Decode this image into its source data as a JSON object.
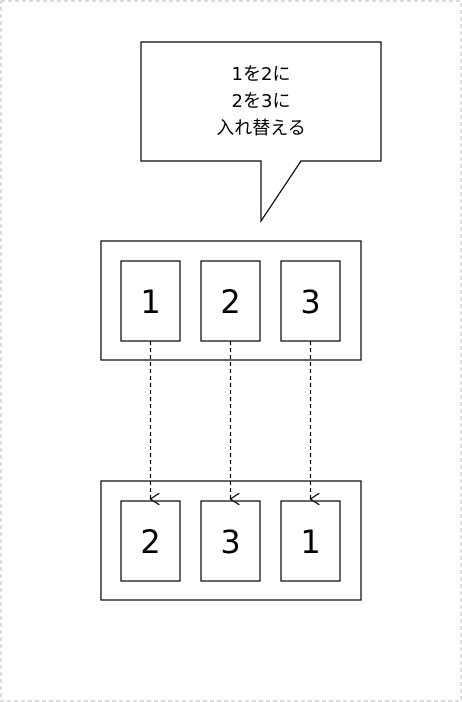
{
  "callout": {
    "lines": [
      "1を2に",
      "2を3に",
      "入れ替える"
    ]
  },
  "top_group": {
    "cards": [
      "1",
      "2",
      "3"
    ]
  },
  "bottom_group": {
    "cards": [
      "2",
      "3",
      "1"
    ]
  }
}
